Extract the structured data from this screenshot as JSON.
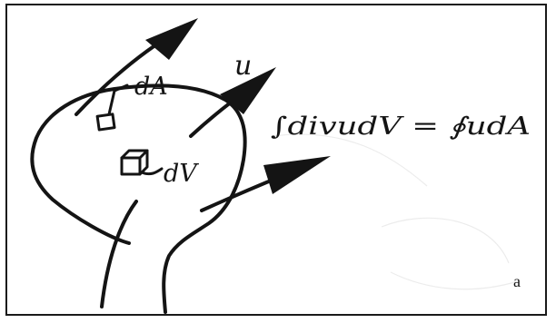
{
  "labels": {
    "area_element": "dA",
    "velocity": "u",
    "volume_element": "dV",
    "equation": "∫divudV = ∮udA",
    "panel": "a"
  },
  "colors": {
    "ink": "#141414",
    "paper": "#ffffff",
    "show_through": "#e7e7e7"
  }
}
